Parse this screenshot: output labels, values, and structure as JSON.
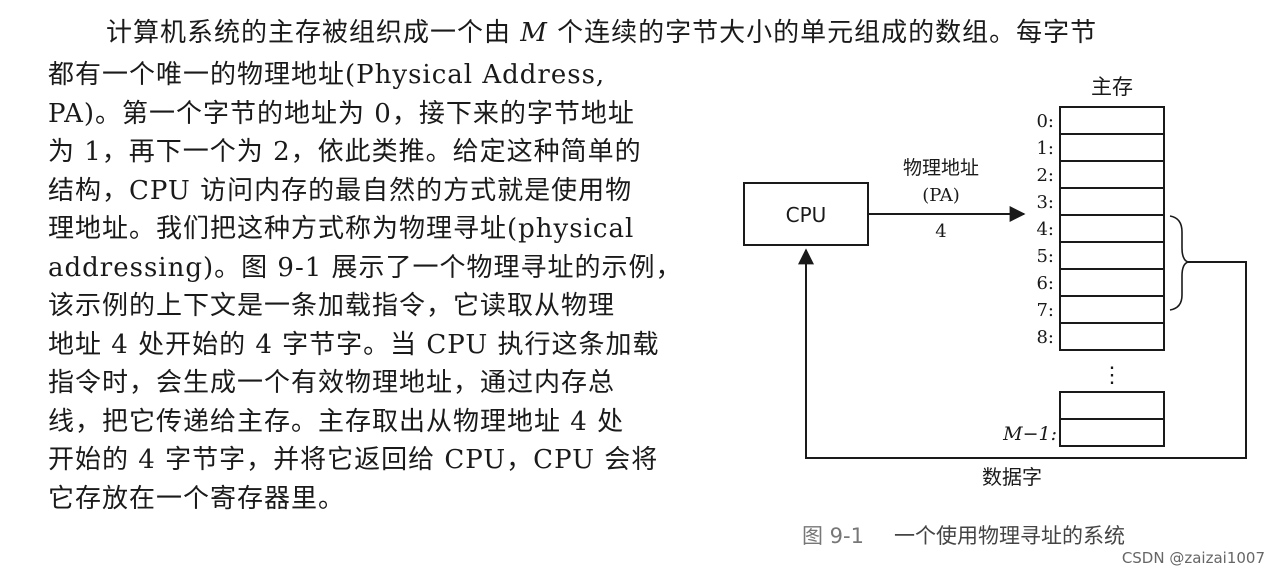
{
  "paragraph": {
    "first_line_before": "计算机系统的主存被组织成一个由 ",
    "first_line_var": "M",
    "first_line_after": " 个连续的字节大小的单元组成的数组。每字节",
    "lines": [
      "都有一个唯一的物理地址(Physical Address,",
      "PA)。第一个字节的地址为 0，接下来的字节地址",
      "为 1，再下一个为 2，依此类推。给定这种简单的",
      "结构，CPU 访问内存的最自然的方式就是使用物",
      "理地址。我们把这种方式称为物理寻址(physical",
      "addressing)。图 9-1 展示了一个物理寻址的示例，",
      "该示例的上下文是一条加载指令，它读取从物理",
      "地址 4 处开始的 4 字节字。当 CPU 执行这条加载",
      "指令时，会生成一个有效物理地址，通过内存总",
      "线，把它传递给主存。主存取出从物理地址 4 处",
      "开始的 4 字节字，并将它返回给 CPU，CPU 会将",
      "它存放在一个寄存器里。"
    ]
  },
  "figure": {
    "memory_title": "主存",
    "cpu_label": "CPU",
    "pa_label_line1": "物理地址",
    "pa_label_line2": "(PA)",
    "pa_value": "4",
    "addresses": [
      "0:",
      "1:",
      "2:",
      "3:",
      "4:",
      "5:",
      "6:",
      "7:",
      "8:"
    ],
    "ellipsis": "⋮",
    "last_address": "M−1:",
    "data_word_label": "数据字",
    "caption_number": "图 9-1",
    "caption_text": "一个使用物理寻址的系统"
  },
  "watermark": "CSDN @zaizai1007"
}
